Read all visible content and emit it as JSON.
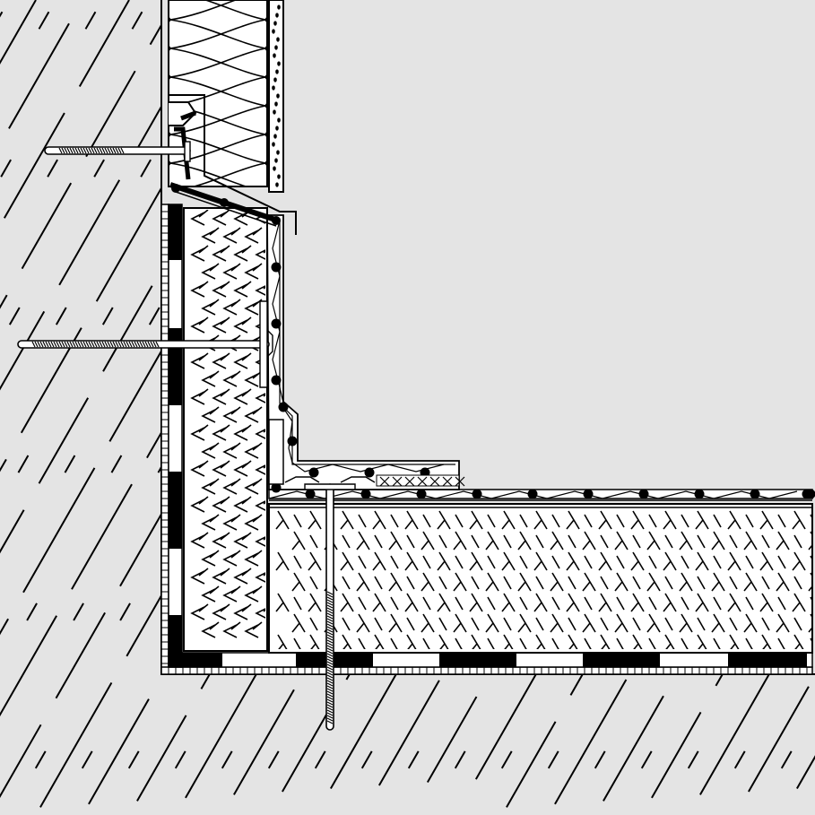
{
  "diagram": {
    "kind": "construction-detail-section",
    "colors": {
      "background": "#e4e4e4",
      "line": "#000000",
      "fill_white": "#ffffff",
      "fill_dark": "#000000"
    },
    "hatch_glyphs": {
      "wall_insulation": "<",
      "roof_insulation": "λ"
    },
    "layers": [
      {
        "name": "concrete-structure",
        "pattern": "diagonal-hatch"
      },
      {
        "name": "vapour-barrier-membrane",
        "pattern": "black-white-dashed-band"
      },
      {
        "name": "parapet-insulation-board",
        "pattern": "angle-bracket-hatch"
      },
      {
        "name": "roof-thermal-insulation",
        "pattern": "lambda-hatch"
      },
      {
        "name": "roof-waterproofing-membrane",
        "pattern": "dotted-zigzag-layer"
      },
      {
        "name": "upright-membrane-flashing",
        "pattern": "dotted-zigzag-layer"
      },
      {
        "name": "facade-mineral-wool",
        "pattern": "loop-hatch"
      },
      {
        "name": "facade-render",
        "pattern": "dotted-strip"
      },
      {
        "name": "metal-coping-profile",
        "pattern": "solid-line"
      },
      {
        "name": "mechanical-fasteners",
        "count": 3
      }
    ]
  }
}
